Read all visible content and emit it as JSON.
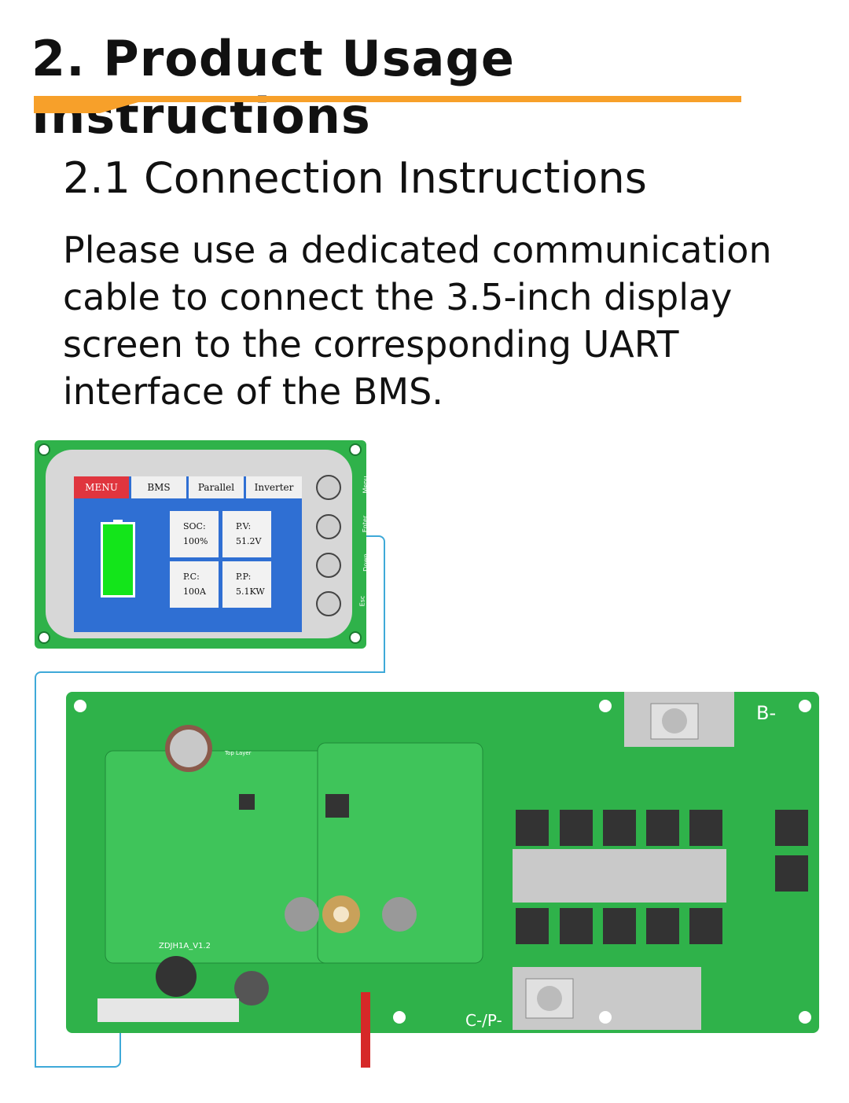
{
  "heading": "2. Product Usage Instructions",
  "subheading": "2.1 Connection Instructions",
  "paragraph": "Please use a dedicated communication cable to connect the 3.5-inch display screen to the corresponding UART interface of the BMS.",
  "display": {
    "tabs": [
      "MENU",
      "BMS",
      "Parallel",
      "Inverter"
    ],
    "cells": [
      {
        "label": "SOC:",
        "value": "100%"
      },
      {
        "label": "P.V:",
        "value": "51.2V"
      },
      {
        "label": "P.C:",
        "value": "100A"
      },
      {
        "label": "P.P:",
        "value": "5.1KW"
      }
    ],
    "buttons": [
      "Menu",
      "Enter",
      "Down",
      "Esc"
    ],
    "battery_level": 100
  },
  "board": {
    "model": "ZDJH1A_V1.2",
    "layer": "Top Layer",
    "b_minus": "B-",
    "cp_minus": "C-/P-"
  },
  "colors": {
    "accent": "#f7a02a",
    "pcb": "#2fb24a",
    "screen": "#2f6fd3",
    "wire": "#3ea9d8"
  }
}
